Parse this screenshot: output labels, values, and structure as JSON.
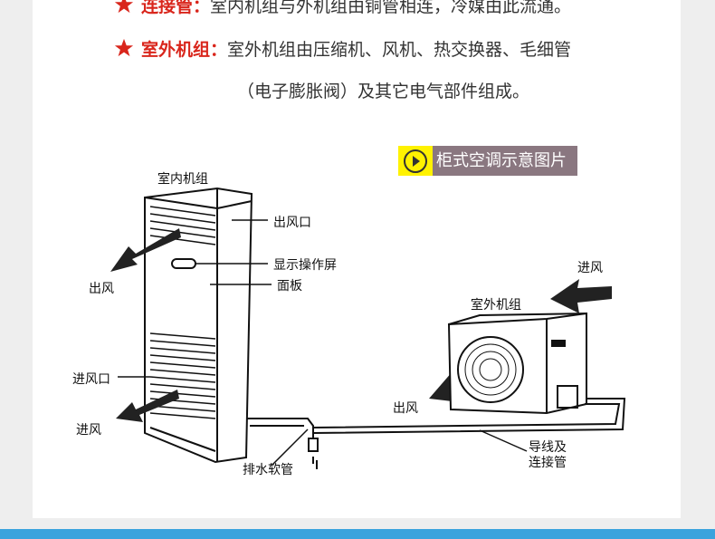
{
  "intro": {
    "line1_key": "连接管：",
    "line1_text": "室内机组与外机组由铜管相连，冷媒由此流通。",
    "line2_key": "室外机组：",
    "line2_text": "室外机组由压缩机、风机、热交换器、毛细管",
    "line3_text": "（电子膨胀阀）及其它电气部件组成。"
  },
  "caption": "柜式空调示意图片",
  "labels": {
    "indoor_unit": "室内机组",
    "air_outlet": "出风口",
    "display_panel": "显示操作屏",
    "panel": "面板",
    "air_out_left": "出风",
    "air_inlet": "进风口",
    "air_in_left": "进风",
    "drain_hose": "排水软管",
    "outdoor_unit": "室外机组",
    "air_in_right": "进风",
    "air_out_right": "出风",
    "wire_and_pipe": "导线及",
    "wire_and_pipe_2": "连接管"
  },
  "colors": {
    "accent_red": "#d9261c",
    "caption_bg": "#8a7780",
    "play_bg": "#fff200",
    "bottom_bar": "#3aa3dd"
  },
  "icons": {
    "bullet": "red-star-icon",
    "caption": "play-circle-icon"
  }
}
